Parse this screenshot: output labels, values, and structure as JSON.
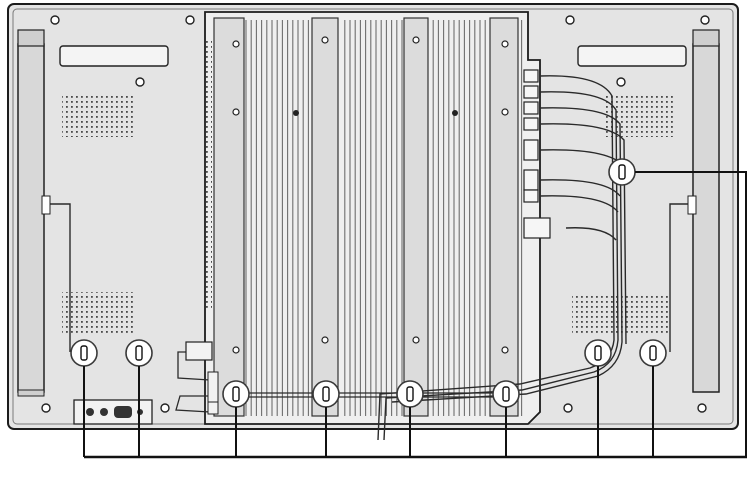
{
  "diagram": {
    "subject": "monitor-rear-panel-cable-routing",
    "colors": {
      "panel": "#e4e4e4",
      "panel_stroke": "#1c1c1c",
      "heatsink": "#efefef",
      "fin": "#6e6e6e",
      "vent": "#4a4a4a",
      "cable": "#2a2a2a",
      "clamp_ring": "#3a3a3a",
      "leader": "#111111"
    },
    "clamps": [
      {
        "id": "clamp-1",
        "name": "lower-left-clamp-1"
      },
      {
        "id": "clamp-2",
        "name": "lower-left-clamp-2"
      },
      {
        "id": "clamp-3",
        "name": "bottom-clamp-3"
      },
      {
        "id": "clamp-4",
        "name": "bottom-clamp-4"
      },
      {
        "id": "clamp-5",
        "name": "bottom-clamp-5"
      },
      {
        "id": "clamp-6",
        "name": "bottom-clamp-6"
      },
      {
        "id": "clamp-7",
        "name": "lower-right-clamp-7"
      },
      {
        "id": "clamp-8",
        "name": "lower-right-clamp-8"
      },
      {
        "id": "clamp-9",
        "name": "upper-right-clamp-9"
      }
    ],
    "connector_count": 8
  }
}
